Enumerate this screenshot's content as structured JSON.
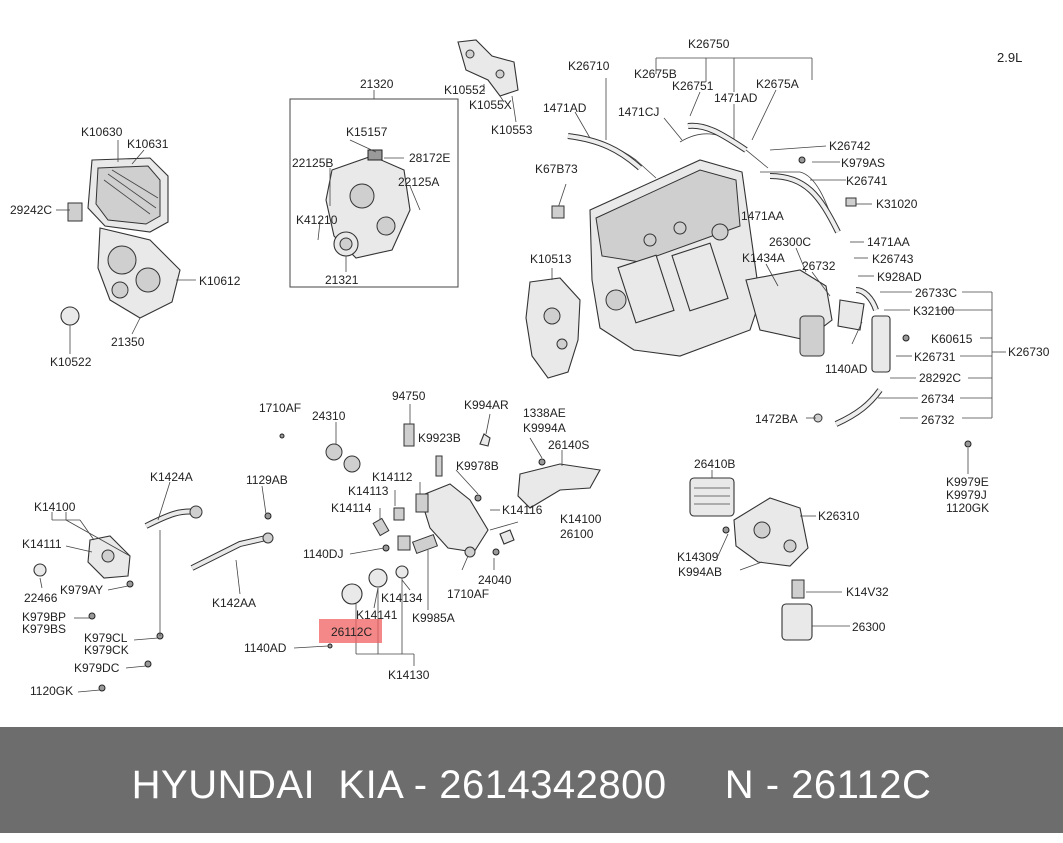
{
  "engine_label": "2.9L",
  "highlight_code": "26112C",
  "footer": {
    "brand": "HYUNDAI  KIA",
    "part_number": "2614342800",
    "code_prefix": "N",
    "code": "26112C"
  },
  "labels": {
    "k26750": "K26750",
    "k26710": "K26710",
    "k2675b": "K2675B",
    "k26751": "K26751",
    "k2675a": "K2675A",
    "a1471ad_1": "1471AD",
    "a1471cj": "1471CJ",
    "a1471ad_2": "1471AD",
    "k26742": "K26742",
    "k979as": "K979AS",
    "k26741": "K26741",
    "k31020": "K31020",
    "a1471aa_1": "1471AA",
    "a1471aa_2": "1471AA",
    "k26743": "K26743",
    "k928ad": "K928AD",
    "k26733c": "26733C",
    "k32100": "K32100",
    "k60615": "K60615",
    "k26731": "K26731",
    "k26730": "K26730",
    "k28292c": "28292C",
    "k26734": "26734",
    "k26732_1": "26732",
    "k26732_2": "26732",
    "k1472ba": "1472BA",
    "k26300c": "26300C",
    "k1434a": "K1434A",
    "k1140ad_1": "1140AD",
    "k67b73": "K67B73",
    "k10513": "K10513",
    "k10552": "K10552",
    "k1055x": "K1055X",
    "k10553": "K10553",
    "k21320": "21320",
    "k15157": "K15157",
    "k22125b": "22125B",
    "k28172e": "28172E",
    "k22125a": "22125A",
    "k41210": "K41210",
    "k21321": "21321",
    "k10630": "K10630",
    "k10631": "K10631",
    "k29242c": "29242C",
    "k10612": "K10612",
    "k21350": "21350",
    "k10522": "K10522",
    "k1710af_1": "1710AF",
    "k24310": "24310",
    "k94750": "94750",
    "k9923b": "K9923B",
    "k994ar": "K994AR",
    "k1338ae": "1338AE",
    "k9994a": "K9994A",
    "k26140s": "26140S",
    "k9978b": "K9978B",
    "k14112": "K14112",
    "k14113": "K14113",
    "k14114": "K14114",
    "k14116": "K14116",
    "k14100_1": "K14100",
    "k26100": "26100",
    "k1140dj": "1140DJ",
    "k24040": "24040",
    "k1710af_2": "1710AF",
    "k14134": "K14134",
    "k14141": "K14141",
    "k9985a": "K9985A",
    "k1140ad_2": "1140AD",
    "k14130": "K14130",
    "k1424a": "K1424A",
    "k1129ab": "1129AB",
    "k14100_2": "K14100",
    "k14111": "K14111",
    "k979ay": "K979AY",
    "k22466": "22466",
    "k142aa": "K142AA",
    "k979bp": "K979BP",
    "k979bs": "K979BS",
    "k979cl": "K979CL",
    "k979ck": "K979CK",
    "k979dc": "K979DC",
    "k1120gk_1": "1120GK",
    "k26410b": "26410B",
    "k26310": "K26310",
    "k14309": "K14309",
    "k994ab": "K994AB",
    "k14v32": "K14V32",
    "k26300": "26300",
    "k9979e": "K9979E",
    "k9979j": "K9979J",
    "k1120gk_2": "1120GK"
  }
}
